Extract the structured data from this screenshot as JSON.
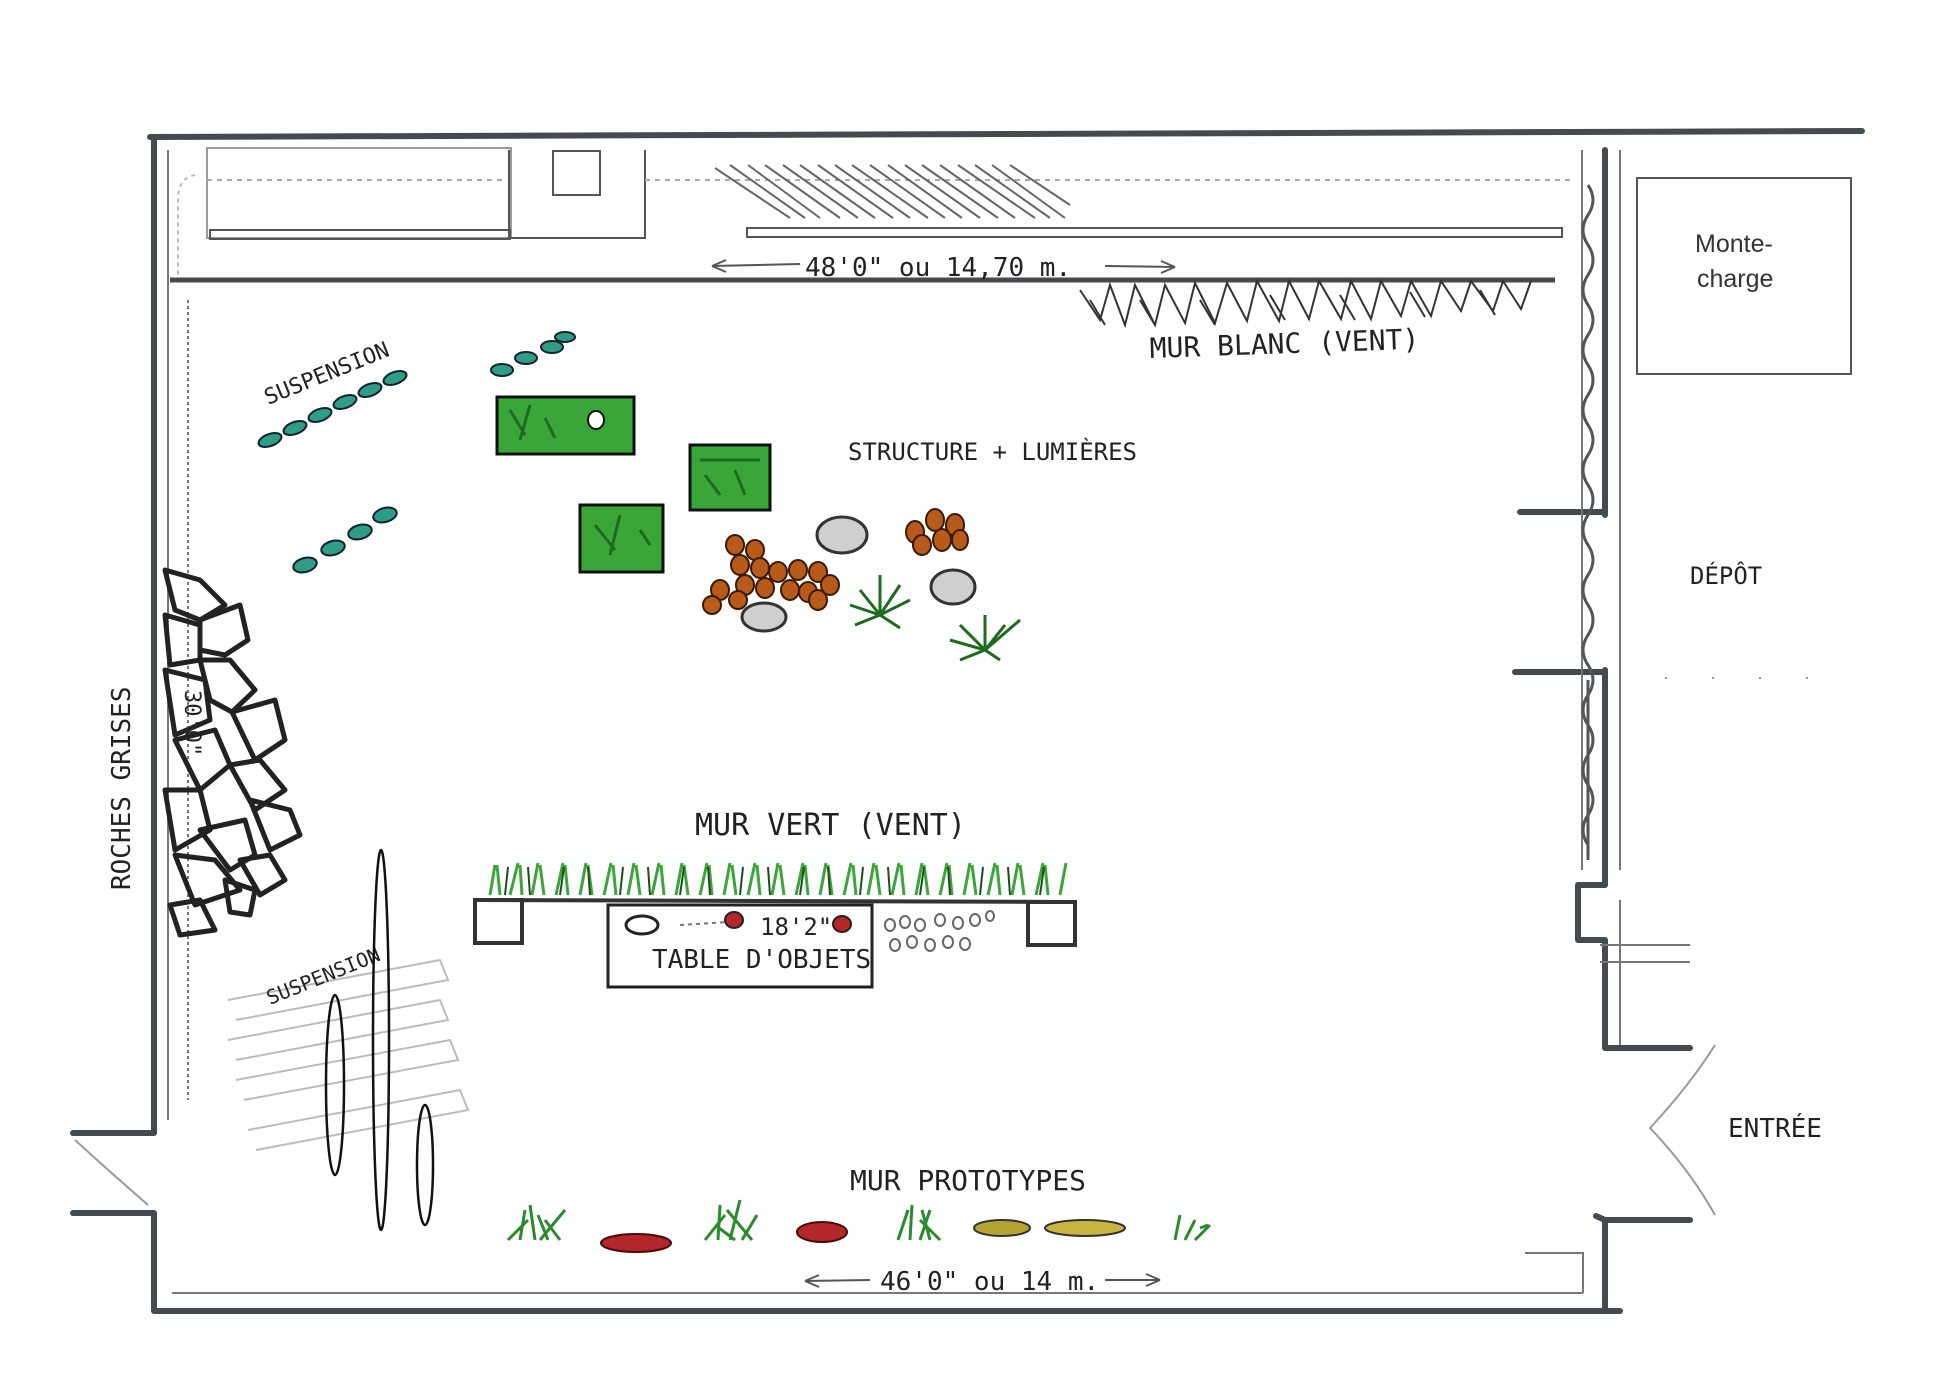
{
  "labels": {
    "dim_top": "48'0\" ou 14,70 m.",
    "dim_bottom": "46'0\" ou 14 m.",
    "dim_table": "18'2\"",
    "monte_line1": "Monte-",
    "monte_line2": "charge",
    "depot": "DÉPÔT",
    "entree": "ENTRÉE",
    "mur_blanc": "MUR BLANC (VENT)",
    "structure": "STRUCTURE + LUMIÈRES",
    "suspension_top": "SUSPENSION",
    "suspension_bottom": "SUSPENSION",
    "roches": "ROCHES GRISES",
    "roches_dim": "30'0\"",
    "mur_vert": "MUR VERT (VENT)",
    "table": "TABLE D'OBJETS",
    "mur_prototypes": "MUR PROTOTYPES"
  },
  "colors": {
    "wall": "#444a4f",
    "green_fill": "#3aa63a",
    "green_dark": "#1d6b1d",
    "orange": "#b85a1a",
    "stone": "#8f8f8f",
    "red": "#b3262a",
    "yellow": "#b5a431",
    "teal": "#2f9c86"
  }
}
